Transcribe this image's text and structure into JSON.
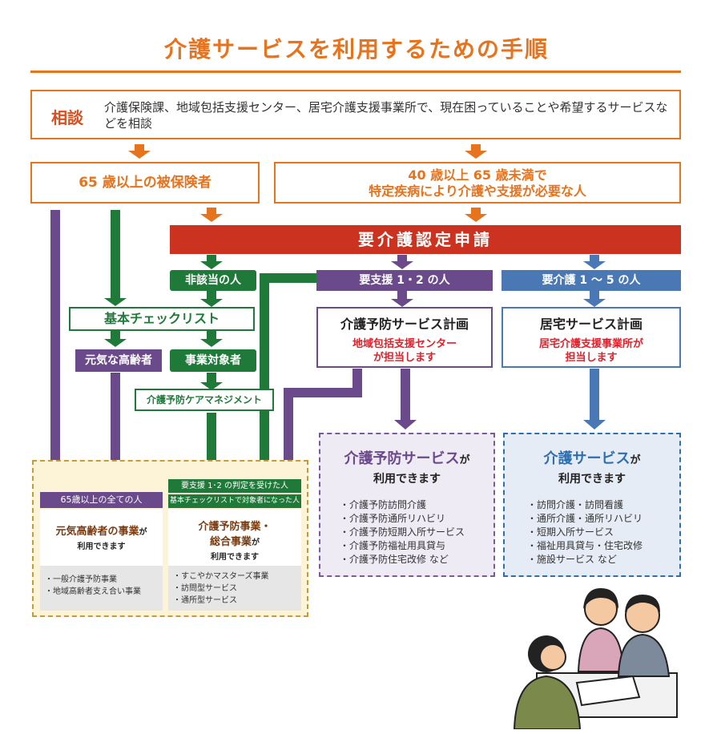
{
  "title": "介護サービスを利用するための手順",
  "consult": {
    "label": "相談",
    "text": "介護保険課、地域包括支援センター、居宅介護支援事業所で、現在困っていることや希望するサービスなどを相談"
  },
  "insured65": "65 歳以上の被保険者",
  "insured40": {
    "line1": "40 歳以上 65 歳未満で",
    "line2": "特定疾病により介護や支援が必要な人"
  },
  "application": "要介護認定申請",
  "not_applicable": "非該当の人",
  "support12": "要支援 1・2 の人",
  "care15": "要介護 1 ～ 5 の人",
  "basic_checklist": "基本チェックリスト",
  "healthy_elderly": "元気な高齢者",
  "program_target": "事業対象者",
  "care_management": "介護予防ケアマネジメント",
  "prevention_plan": {
    "title": "介護予防サービス計画",
    "note1": "地域包括支援センター",
    "note2": "が担当します"
  },
  "home_plan": {
    "title": "居宅サービス計画",
    "note1": "居宅介護支援事業所が",
    "note2": "担当します"
  },
  "prevention_services": {
    "title": "介護予防サービス",
    "suffix": "が",
    "available": "利用できます",
    "items": [
      "介護予防訪問介護",
      "介護予防通所リハビリ",
      "介護予防短期入所サービス",
      "介護予防福祉用具貸与",
      "介護予防住宅改修 など"
    ]
  },
  "care_services": {
    "title": "介護サービス",
    "suffix": "が",
    "available": "利用できます",
    "items": [
      "訪問介護・訪問看護",
      "通所介護・通所リハビリ",
      "短期入所サービス",
      "福祉用具貸与・住宅改修",
      "施設サービス など"
    ]
  },
  "all65": {
    "header": "65歳以上の全ての人",
    "title": "元気高齢者の事業",
    "suffix": "が",
    "available": "利用できます",
    "items": [
      "一般介護予防事業",
      "地域高齢者支え合い事業"
    ]
  },
  "general": {
    "header1": "要支援 1･2 の判定を受けた人",
    "header2": "基本チェックリストで対象者になった人",
    "title1": "介護予防事業・",
    "title2": "総合事業",
    "suffix": "が",
    "available": "利用できます",
    "items": [
      "すこやかマスターズ事業",
      "訪問型サービス",
      "通所型サービス"
    ]
  },
  "colors": {
    "orange": "#e8731d",
    "red": "#cc3220",
    "green": "#1f7a3a",
    "purple": "#6b4a8b",
    "blue": "#4a78b4"
  }
}
